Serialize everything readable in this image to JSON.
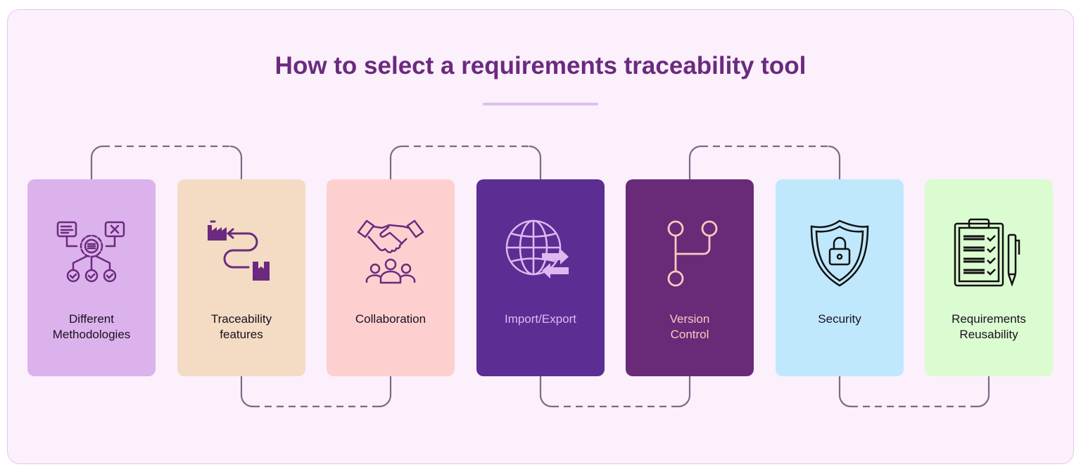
{
  "title": "How to select a requirements traceability tool",
  "cards": [
    {
      "label_1": "Different",
      "label_2": "Methodologies",
      "icon": "gear-network-icon",
      "bg": "#dcb2ec",
      "fg": "#6b2a7e",
      "text": "#1a1020"
    },
    {
      "label_1": "Traceability",
      "label_2": "features",
      "icon": "supply-chain-icon",
      "bg": "#f3dcc3",
      "fg": "#6b2a7e",
      "text": "#1a1020"
    },
    {
      "label_1": "Collaboration",
      "label_2": "",
      "icon": "handshake-team-icon",
      "bg": "#fdd0cf",
      "fg": "#6b2a7e",
      "text": "#1a1020"
    },
    {
      "label_1": "Import/Export",
      "label_2": "",
      "icon": "globe-transfer-icon",
      "bg": "#5c2e94",
      "fg": "#e0b8f0",
      "text": "#e0b8f0"
    },
    {
      "label_1": "Version",
      "label_2": "Control",
      "icon": "branch-icon",
      "bg": "#692a78",
      "fg": "#fcc8c0",
      "text": "#fcc8c0"
    },
    {
      "label_1": "Security",
      "label_2": "",
      "icon": "shield-lock-icon",
      "bg": "#bfe8fd",
      "fg": "#111111",
      "text": "#1a1020"
    },
    {
      "label_1": "Requirements",
      "label_2": "Reusability",
      "icon": "clipboard-checklist-icon",
      "bg": "#dbfcd0",
      "fg": "#111111",
      "text": "#1a1020"
    }
  ]
}
